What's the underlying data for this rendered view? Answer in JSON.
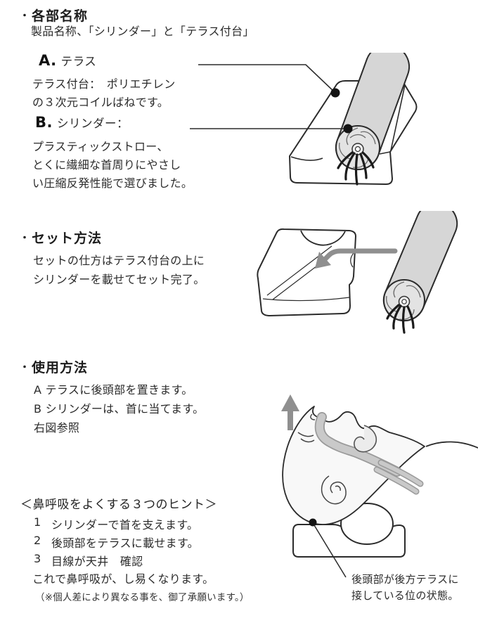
{
  "page": {
    "bg": "#ffffff",
    "text": "#2b2b2b"
  },
  "colors": {
    "outline": "#2b2b2b",
    "cylinder_fill": "#d6d6d6",
    "cap_fill": "#e3e3e3",
    "arrow": "#8f8f8f",
    "airway": "#c9c9c9",
    "airway_edge": "#9a9a9a",
    "dot": "#141414"
  },
  "parts": {
    "bullet": "・",
    "title": "各部名称",
    "subtitle": "製品名称、「シリンダー」と「テラス付台」",
    "a_label": "A.",
    "a_name": "テラス",
    "a_desc1": "テラス付台：　ポリエチレン",
    "a_desc2": "の３次元コイルばねです。",
    "b_label": "B.",
    "b_name": "シリンダー：",
    "b_desc1": "プラスティックストロー、",
    "b_desc2": "とくに繊細な首周りにやさし",
    "b_desc3": "い圧縮反発性能で選びました。"
  },
  "setup": {
    "bullet": "・",
    "title": "セット方法",
    "line1": "セットの仕方はテラス付台の上に",
    "line2": "シリンダーを載せてセット完了。"
  },
  "usage": {
    "bullet": "・",
    "title": "使用方法",
    "line1": "A テラスに後頭部を置きます。",
    "line2": "B シリンダーは、首に当てます。",
    "line3": "右図参照"
  },
  "hints": {
    "title": "＜鼻呼吸をよくする３つのヒント＞",
    "items": [
      {
        "num": "1",
        "text": "シリンダーで首を支えます。"
      },
      {
        "num": "2",
        "text": "後頭部をテラスに載せます。"
      },
      {
        "num": "3",
        "text": "目線が天井　確認"
      }
    ],
    "conclusion": "これで鼻呼吸が、し易くなります。",
    "note": "（※個人差により異なる事を、御了承願います。）"
  },
  "caption": {
    "line1": "後頭部が後方テラスに",
    "line2": "接している位の状態。"
  }
}
